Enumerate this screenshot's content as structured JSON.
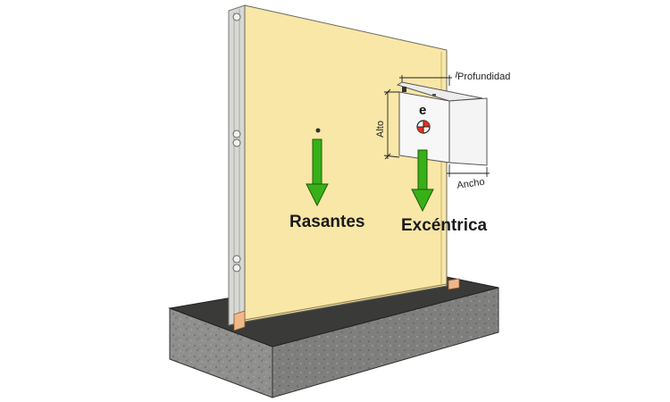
{
  "labels": {
    "flush_load": "Rasantes",
    "eccentric_load": "Excéntrica",
    "depth": "Profundidad",
    "height": "Alto",
    "width": "Ancho",
    "eccentricity_symbol": "e"
  },
  "colors": {
    "panel_face": "#f8e7a7",
    "panel_edge": "#d8d8d4",
    "concrete": "#8f8f8d",
    "concrete_top": "#3a3a38",
    "arrow_green": "#38b018",
    "shim": "#f0b88a",
    "box_face": "#f7f7f7",
    "center_red": "#e8301c"
  }
}
